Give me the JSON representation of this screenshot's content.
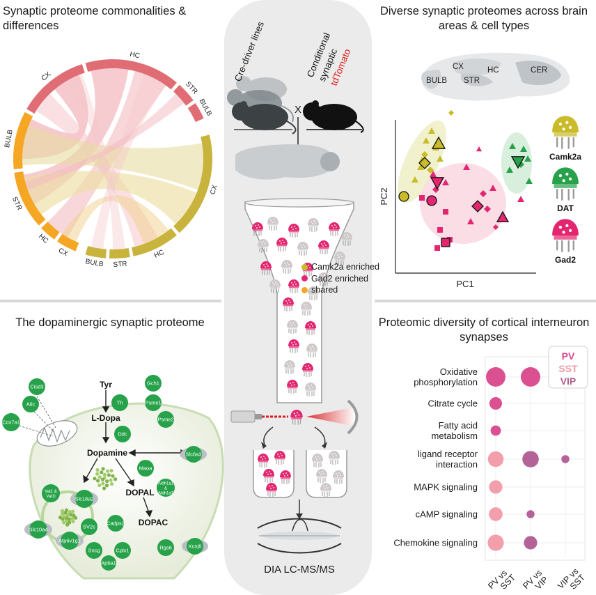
{
  "titles": {
    "top_left": "Synaptic proteome commonalities & differences",
    "top_right": "Diverse synaptic proteomes across brain areas & cell types",
    "bottom_left": "The dopaminergic synaptic proteome",
    "bottom_right": "Proteomic diversity of cortical interneuron synapses"
  },
  "chord": {
    "group_labels": {
      "pink_cx": "CX",
      "pink_hc": "HC",
      "pink_str": "STR",
      "pink_bulb": "BULB",
      "orange_bulb": "BULB",
      "orange_str": "STR",
      "orange_hc": "HC",
      "orange_cx": "CX",
      "olive_cx": "CX",
      "olive_hc": "HC",
      "olive_str": "STR",
      "olive_bulb": "BULB"
    },
    "legend": [
      {
        "label": "Camk2a enriched",
        "color": "#c9bb2a"
      },
      {
        "label": "Gad2 enriched",
        "color": "#e3266f"
      },
      {
        "label": "shared",
        "color": "#f5a623"
      }
    ]
  },
  "center": {
    "cre_label": "Cre-driver lines",
    "cross_symbol": "X",
    "conditional_line1": "Conditional",
    "conditional_line2": "synaptic",
    "conditional_line3": "tdTomato",
    "method_label": "DIA LC-MS/MS"
  },
  "brain_map": {
    "bulb": "BULB",
    "cx": "CX",
    "hc": "HC",
    "str": "STR",
    "cer": "CER"
  },
  "pca": {
    "xlabel": "PC1",
    "ylabel": "PC2",
    "cell_types": [
      {
        "label": "Camk2a",
        "color": "#c9bb2a"
      },
      {
        "label": "DAT",
        "color": "#27a24a"
      },
      {
        "label": "Gad2",
        "color": "#e3266f"
      }
    ]
  },
  "dopamine": {
    "pathway": {
      "tyr": "Tyr",
      "ldopa": "L-Dopa",
      "dopamine": "Dopamine",
      "dopal": "DOPAL",
      "dopac": "DOPAC"
    },
    "proteins": {
      "cisd3": "Cisd3",
      "atic": "Atic",
      "cox7a1": "Cox7a1",
      "gch1": "Gch1",
      "th": "Th",
      "psme1": "Psme1",
      "psme2": "Psme2",
      "ddc": "Ddc",
      "slc6a3": "Slc6a3",
      "maoa": "Maoa",
      "aldh1a1": "Aldh1a1",
      "amp": "&",
      "aldh1a7": "Aldh1a7",
      "vat1": "Vat1 &",
      "vat1l": "Vat1l",
      "slc18a2": "Slc18a2",
      "sv2c": "SV2c",
      "cadps2": "Cadps2",
      "slc10a4": "Slc10a4",
      "atp6v1g1": "Atp6v1g1",
      "sncg": "Sncg",
      "cplx1": "Cplx1",
      "apba1": "Apba1",
      "rgs6": "Rgs6",
      "kcnj6": "Kcnj6"
    }
  },
  "chart_data": {
    "type": "scatter",
    "title": "Proteomic diversity of cortical interneuron synapses",
    "categories_y": [
      "Oxidative phosphorylation",
      "Citrate cycle",
      "Fatty acid metabolism",
      "ligand receptor interaction",
      "MAPK signaling",
      "cAMP signaling",
      "Chemokine signaling"
    ],
    "categories_x": [
      "PV vs SST",
      "PV vs VIP",
      "VIP vs SST"
    ],
    "legend": [
      {
        "name": "PV",
        "color": "#d9478a"
      },
      {
        "name": "SST",
        "color": "#f29aa6"
      },
      {
        "name": "VIP",
        "color": "#b05b92"
      }
    ],
    "points": [
      {
        "pathway": "Oxidative phosphorylation",
        "comparison": "PV vs SST",
        "enriched": "PV",
        "size": 1.0
      },
      {
        "pathway": "Oxidative phosphorylation",
        "comparison": "PV vs VIP",
        "enriched": "PV",
        "size": 1.0
      },
      {
        "pathway": "Citrate cycle",
        "comparison": "PV vs SST",
        "enriched": "PV",
        "size": 0.55
      },
      {
        "pathway": "Fatty acid metabolism",
        "comparison": "PV vs SST",
        "enriched": "PV",
        "size": 0.4
      },
      {
        "pathway": "ligand receptor interaction",
        "comparison": "PV vs SST",
        "enriched": "SST",
        "size": 0.75
      },
      {
        "pathway": "ligand receptor interaction",
        "comparison": "PV vs VIP",
        "enriched": "VIP",
        "size": 0.8
      },
      {
        "pathway": "ligand receptor interaction",
        "comparison": "VIP vs SST",
        "enriched": "VIP",
        "size": 0.25
      },
      {
        "pathway": "MAPK signaling",
        "comparison": "PV vs SST",
        "enriched": "SST",
        "size": 0.6
      },
      {
        "pathway": "cAMP signaling",
        "comparison": "PV vs SST",
        "enriched": "SST",
        "size": 0.62
      },
      {
        "pathway": "cAMP signaling",
        "comparison": "PV vs VIP",
        "enriched": "VIP",
        "size": 0.25
      },
      {
        "pathway": "Chemokine signaling",
        "comparison": "PV vs SST",
        "enriched": "SST",
        "size": 0.78
      },
      {
        "pathway": "Chemokine signaling",
        "comparison": "PV vs VIP",
        "enriched": "VIP",
        "size": 0.6
      }
    ]
  }
}
